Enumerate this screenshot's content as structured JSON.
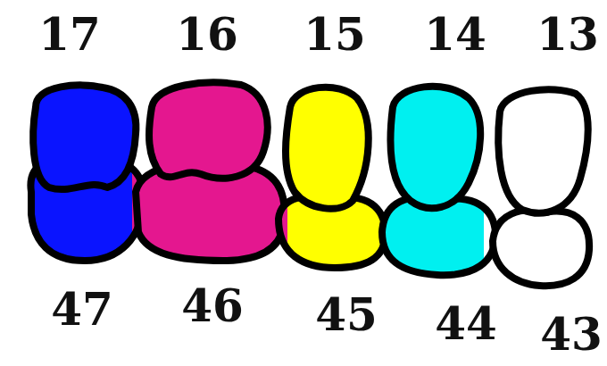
{
  "diagram": {
    "labels": [
      "17",
      "16",
      "15",
      "14",
      "13",
      "47",
      "46",
      "45",
      "44",
      "43"
    ]
  }
}
